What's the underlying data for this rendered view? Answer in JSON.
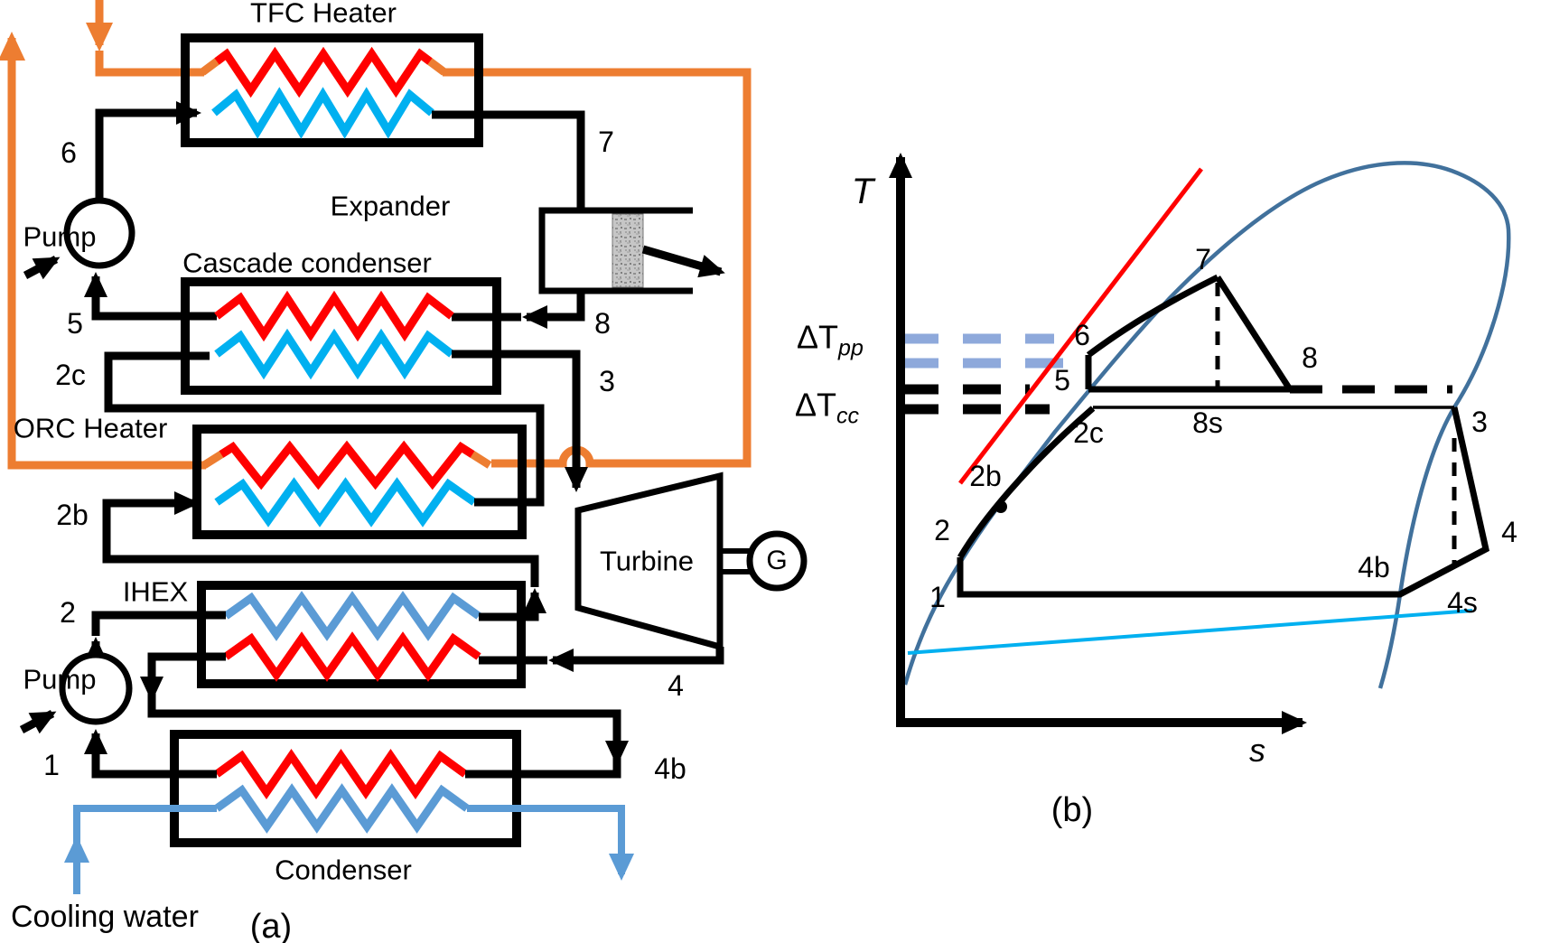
{
  "figure": {
    "panel_a": {
      "caption": "(a)",
      "components": {
        "tfc_heater": "TFC Heater",
        "expander": "Expander",
        "cascade_condenser": "Cascade condenser",
        "orc_heater": "ORC Heater",
        "ihex": "IHEX",
        "condenser": "Condenser",
        "pump_top": "Pump",
        "pump_bottom": "Pump",
        "turbine": "Turbine",
        "generator": "G",
        "cooling_water": "Cooling water"
      },
      "state_points": {
        "p1": "1",
        "p2": "2",
        "p2b": "2b",
        "p2c": "2c",
        "p3": "3",
        "p4": "4",
        "p4b": "4b",
        "p5": "5",
        "p6": "6",
        "p7": "7",
        "p8": "8"
      }
    },
    "panel_b": {
      "caption": "(b)",
      "axes": {
        "y": "T",
        "x": "s"
      },
      "annotations": {
        "dt_pp_base": "ΔT",
        "dt_pp_sub": "pp",
        "dt_cc_base": "ΔT",
        "dt_cc_sub": "cc"
      },
      "state_points": {
        "p1": "1",
        "p2": "2",
        "p2b": "2b",
        "p2c": "2c",
        "p3": "3",
        "p4": "4",
        "p4b": "4b",
        "p4s": "4s",
        "p5": "5",
        "p6": "6",
        "p7": "7",
        "p8": "8",
        "p8s": "8s"
      }
    },
    "colors": {
      "hot_oil_orange": "#ED7D31",
      "hot_red": "#FF0000",
      "cold_cyan": "#00B0F0",
      "water_blue": "#5B9BD5",
      "dome_blue": "#41719C",
      "pinch_dash_blue": "#8EA9DB",
      "line_black": "#000000"
    }
  }
}
